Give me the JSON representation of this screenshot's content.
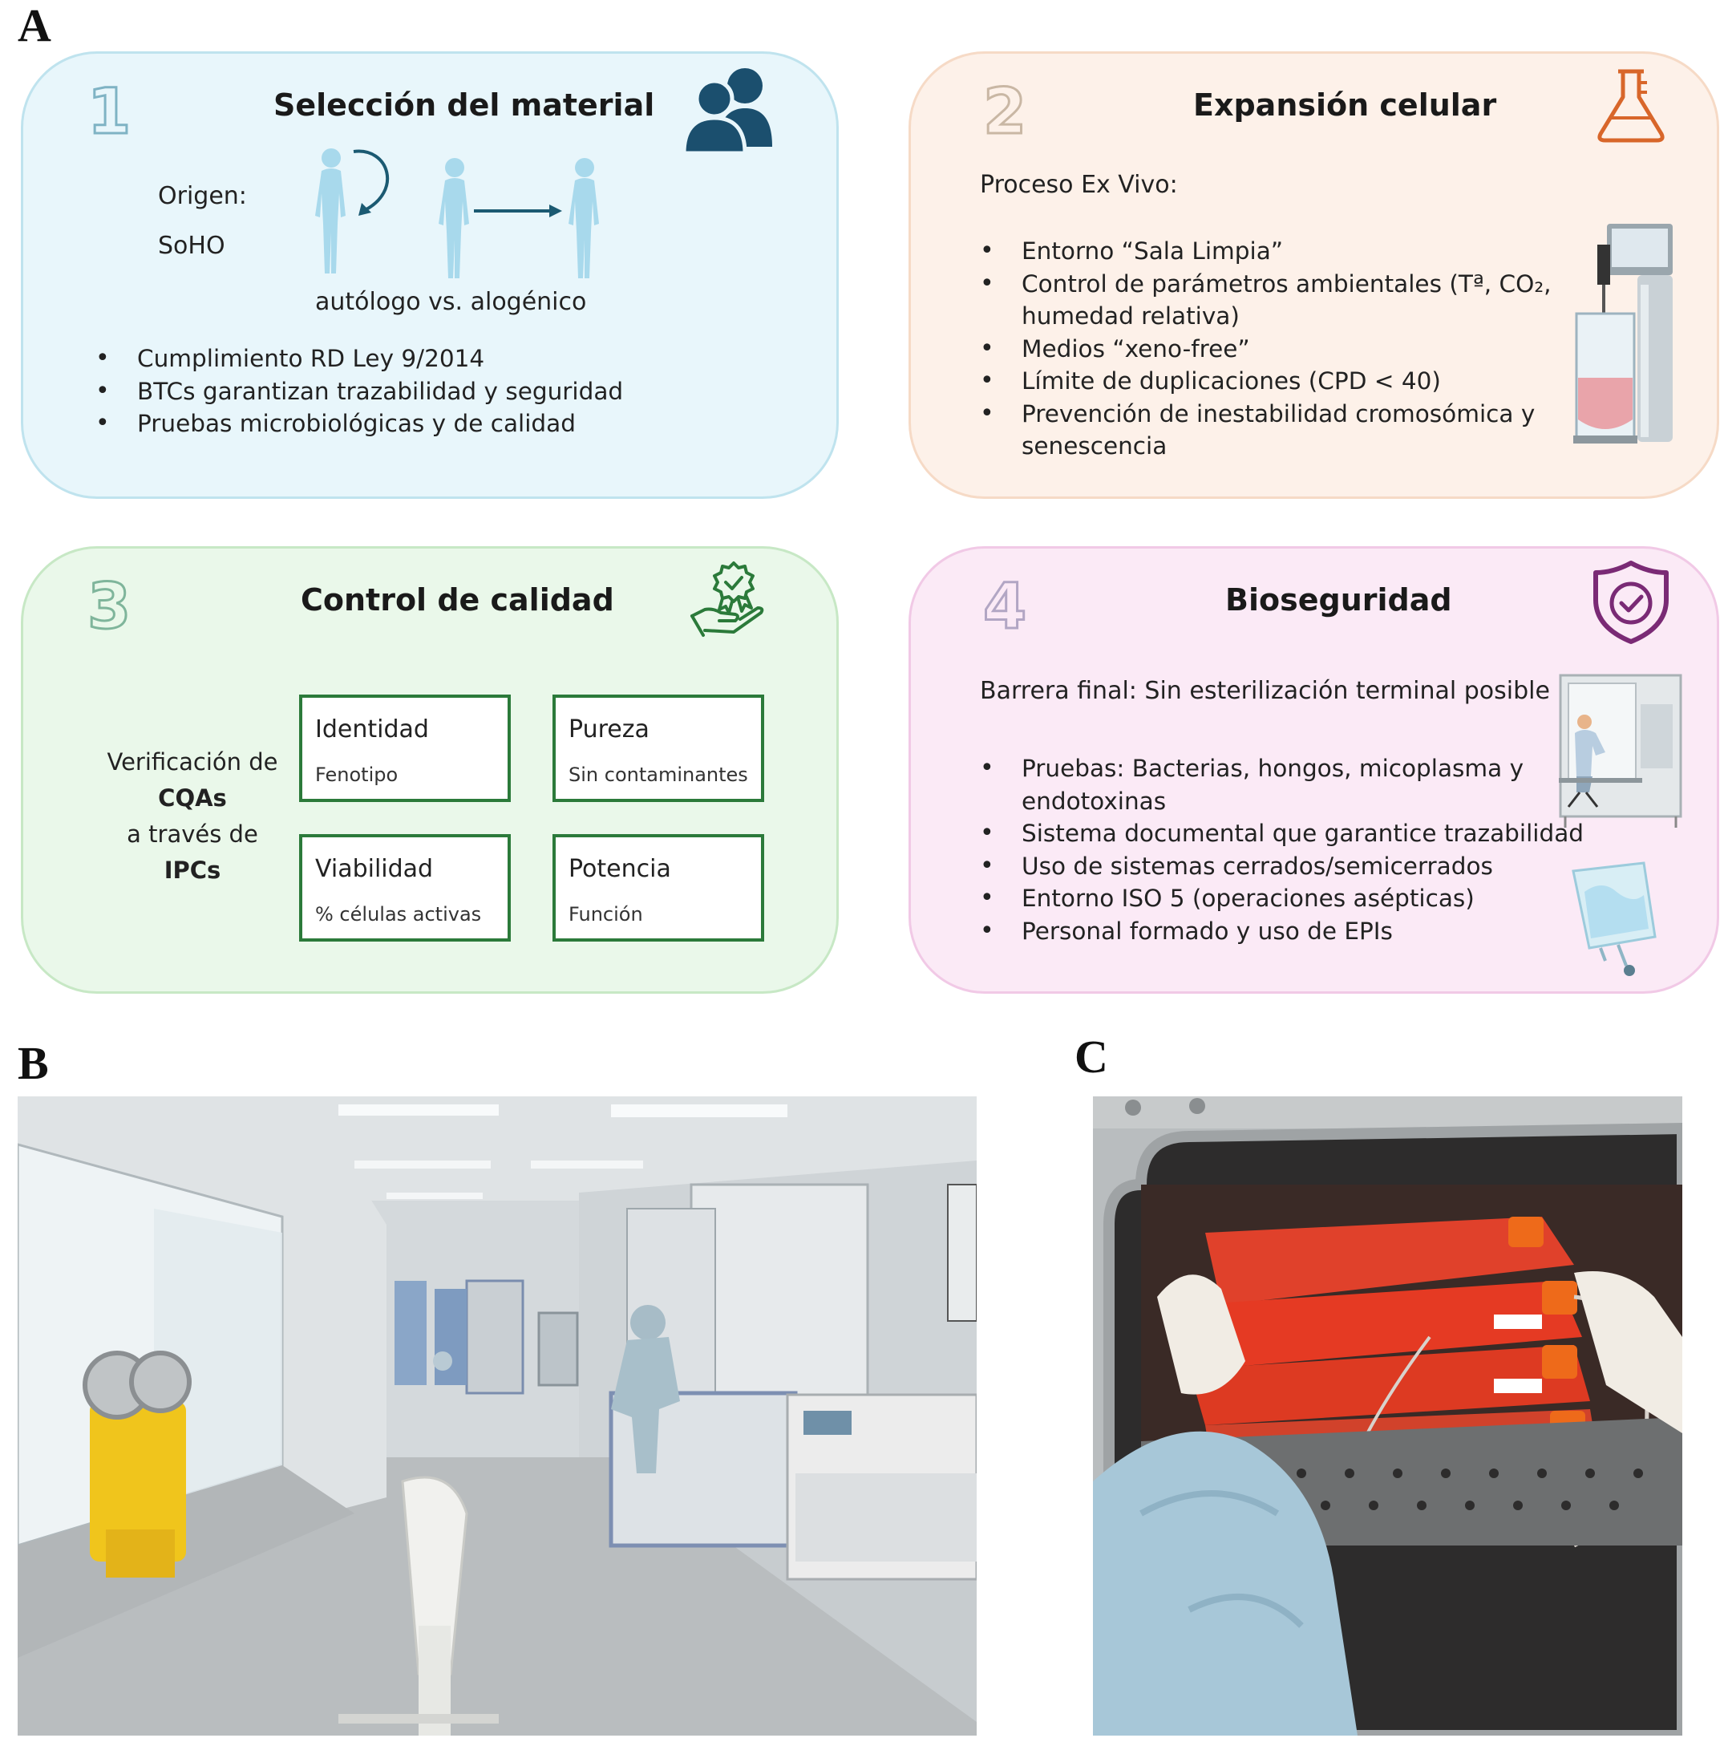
{
  "panel_labels": {
    "a": "A",
    "b": "B",
    "c": "C"
  },
  "card1": {
    "number": "1",
    "title": "Selección del material",
    "origin_label": "Origen:",
    "origin_value": "SoHO",
    "caption": "autólogo vs. alogénico",
    "bullets": [
      "Cumplimiento RD Ley 9/2014",
      "BTCs garantizan trazabilidad y seguridad",
      "Pruebas microbiológicas y de calidad"
    ],
    "icon": "people-group-icon"
  },
  "card2": {
    "number": "2",
    "title": "Expansión celular",
    "intro": "Proceso Ex Vivo:",
    "bullets": [
      "Entorno “Sala Limpia”",
      "Control de parámetros ambientales (Tª, CO₂,",
      "Medios “xeno-free”",
      "Límite de duplicaciones (CPD < 40)",
      "Prevención de inestabilidad cromosómica y"
    ],
    "bullet_continuations": [
      "humedad relativa)",
      "senescencia"
    ],
    "icon": "flask-icon"
  },
  "card3": {
    "number": "3",
    "title": "Control de calidad",
    "verif_line1": "Verificación de",
    "verif_line2": "CQAs",
    "verif_line3": "a través de",
    "verif_line4": "IPCs",
    "boxes": [
      {
        "title": "Identidad",
        "sub": "Fenotipo"
      },
      {
        "title": "Pureza",
        "sub": "Sin contaminantes"
      },
      {
        "title": "Viabilidad",
        "sub": "% células activas"
      },
      {
        "title": "Potencia",
        "sub": "Función"
      }
    ],
    "icon": "quality-badge-hand-icon"
  },
  "card4": {
    "number": "4",
    "title": "Bioseguridad",
    "intro": "Barrera final: Sin esterilización terminal posible",
    "bullets": [
      "Pruebas: Bacterias, hongos, micoplasma y",
      "Sistema documental que garantice trazabilidad",
      "Uso de sistemas cerrados/semicerrados",
      "Entorno ISO 5 (operaciones asépticas)",
      "Personal formado y uso de EPIs"
    ],
    "bullet_continuations": [
      "endotoxinas"
    ],
    "icon": "shield-check-icon"
  },
  "colors": {
    "card1_bg": "#e8f6fb",
    "card2_bg": "#fdf1e9",
    "card3_bg": "#eaf8ea",
    "card4_bg": "#fbeaf6",
    "people_icon": "#1b4f6e",
    "flask_icon": "#d8662a",
    "quality_icon": "#2b7a3a",
    "shield_icon": "#7a2a75",
    "box_border": "#2b7a3a",
    "body_figure": "#a8d9ec"
  }
}
